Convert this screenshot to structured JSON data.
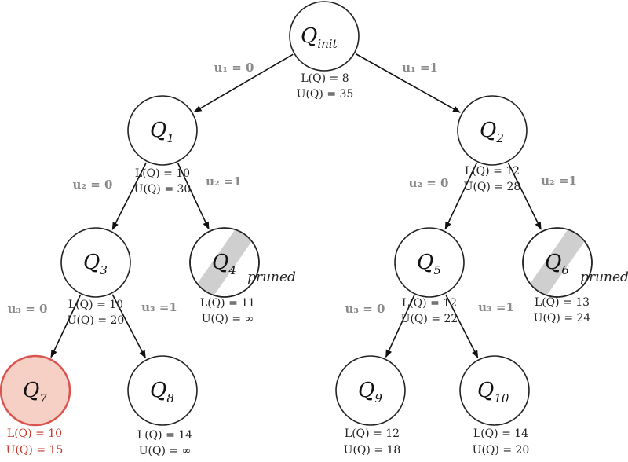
{
  "nodes": [
    {
      "id": "init",
      "base": "Q",
      "sub": "init",
      "L": "L(Q) = 8",
      "U": "U(Q) = 35",
      "highlight": false,
      "pruned": false
    },
    {
      "id": "1",
      "base": "Q",
      "sub": "1",
      "L": "L(Q) = 10",
      "U": "U(Q) = 30",
      "highlight": false,
      "pruned": false
    },
    {
      "id": "2",
      "base": "Q",
      "sub": "2",
      "L": "L(Q) = 12",
      "U": "U(Q) = 28",
      "highlight": false,
      "pruned": false
    },
    {
      "id": "3",
      "base": "Q",
      "sub": "3",
      "L": "L(Q) = 10",
      "U": "U(Q) = 20",
      "highlight": false,
      "pruned": false
    },
    {
      "id": "4",
      "base": "Q",
      "sub": "4",
      "L": "L(Q) = 11",
      "U": "U(Q) = ∞",
      "highlight": false,
      "pruned": true
    },
    {
      "id": "5",
      "base": "Q",
      "sub": "5",
      "L": "L(Q) = 12",
      "U": "U(Q) = 22",
      "highlight": false,
      "pruned": false
    },
    {
      "id": "6",
      "base": "Q",
      "sub": "6",
      "L": "L(Q) = 13",
      "U": "U(Q) = 24",
      "highlight": false,
      "pruned": true
    },
    {
      "id": "7",
      "base": "Q",
      "sub": "7",
      "L": "L(Q) = 10",
      "U": "U(Q) = 15",
      "highlight": true,
      "pruned": false
    },
    {
      "id": "8",
      "base": "Q",
      "sub": "8",
      "L": "L(Q) = 14",
      "U": "U(Q) = ∞",
      "highlight": false,
      "pruned": false
    },
    {
      "id": "9",
      "base": "Q",
      "sub": "9",
      "L": "L(Q) = 12",
      "U": "U(Q) = 18",
      "highlight": false,
      "pruned": false
    },
    {
      "id": "10",
      "base": "Q",
      "sub": "10",
      "L": "L(Q) = 14",
      "U": "U(Q) = 20",
      "highlight": false,
      "pruned": false
    }
  ],
  "edges": [
    {
      "from": "init",
      "to": "1",
      "label": "u₁ = 0"
    },
    {
      "from": "init",
      "to": "2",
      "label": "u₁ =1"
    },
    {
      "from": "1",
      "to": "3",
      "label": "u₂ = 0"
    },
    {
      "from": "1",
      "to": "4",
      "label": "u₂ =1"
    },
    {
      "from": "2",
      "to": "5",
      "label": "u₂ = 0"
    },
    {
      "from": "2",
      "to": "6",
      "label": "u₂ =1"
    },
    {
      "from": "3",
      "to": "7",
      "label": "u₃ = 0"
    },
    {
      "from": "3",
      "to": "8",
      "label": "u₃ =1"
    },
    {
      "from": "5",
      "to": "9",
      "label": "u₃ = 0"
    },
    {
      "from": "5",
      "to": "10",
      "label": "u₃ =1"
    }
  ],
  "pruned_label": "pruned",
  "colors": {
    "highlight_fill": "#f6d0c4",
    "highlight_stroke": "#d9534f",
    "bound_highlight": "#c0392b",
    "edge_label": "#8a8a8a",
    "pruned_band": "#cfcfcf"
  }
}
